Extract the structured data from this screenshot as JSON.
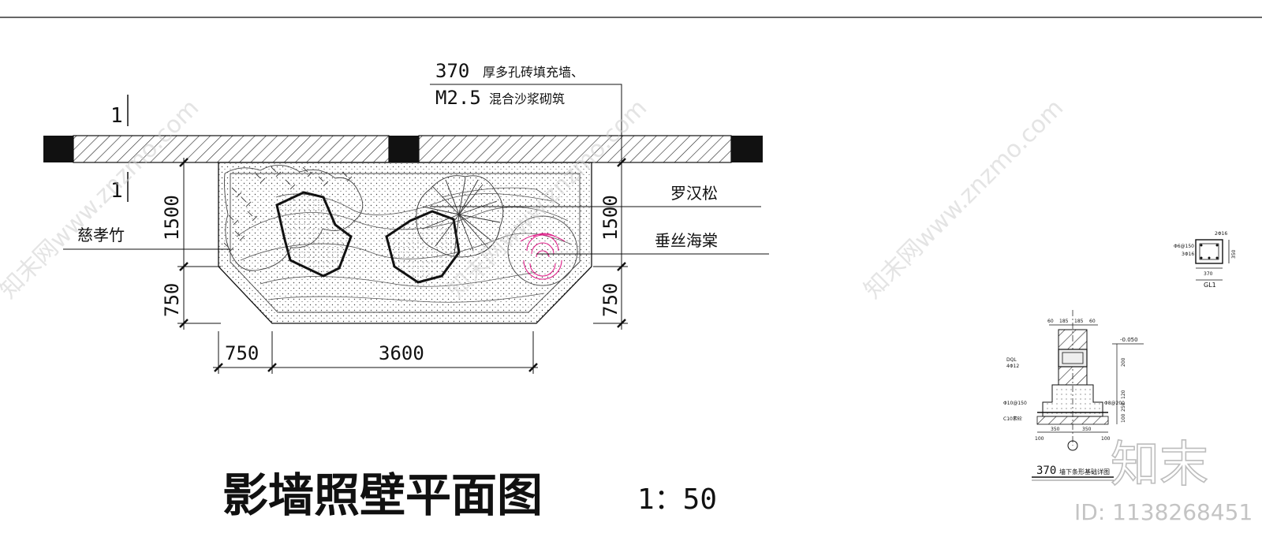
{
  "annotation_wall": {
    "line1_num": "370",
    "line1_text": "厚多孔砖填充墙、",
    "line2_num": "M2.5",
    "line2_text": "混合沙浆砌筑"
  },
  "section_mark": "1",
  "dimensions": {
    "left_top": "1500",
    "left_bottom": "750",
    "right_top": "1500",
    "right_bottom": "750",
    "bottom_left": "750",
    "bottom_main": "3600"
  },
  "plant_labels": {
    "bamboo": "慈孝竹",
    "pine": "罗汉松",
    "crabapple": "垂丝海棠"
  },
  "title": {
    "main": "影墙照壁平面图",
    "scale": "1：50"
  },
  "detail": {
    "gl_label": "GL1",
    "gl_dims": [
      "2Φ16",
      "Φ6@150",
      "3Φ16",
      "370",
      "350"
    ],
    "foundation_caption_num": "370",
    "foundation_caption_text": "墙下条形基础详图",
    "foundation_dims_top": [
      "60",
      "185",
      "185",
      "60"
    ],
    "foundation_dims_bottom": [
      "350",
      "350",
      "100",
      "100"
    ],
    "foundation_levels": [
      "-0.050",
      "200",
      "120",
      "250",
      "100"
    ],
    "foundation_notes": [
      "DQL",
      "4Φ12",
      "Φ10@150",
      "Φ8@200",
      "C10素砼"
    ]
  },
  "watermark": {
    "site": "知末网www.znzmo.com",
    "logo": "知末",
    "id": "ID: 1138268451"
  },
  "colors": {
    "line": "#111111",
    "hatch": "#222222",
    "crabapple": "#e0218a",
    "watermark": "#cfcfcf"
  }
}
